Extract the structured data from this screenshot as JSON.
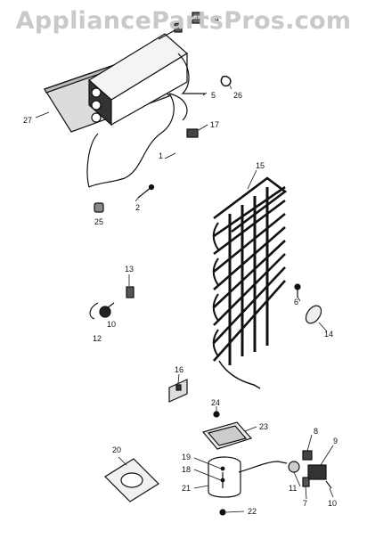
{
  "watermark": "AppliancePartsPros.com",
  "parts": {
    "p1": "1",
    "p2": "2",
    "p4": "4",
    "p5": "5",
    "p6": "6",
    "p7": "7",
    "p8": "8",
    "p9": "9",
    "p10": "10",
    "p11": "11",
    "p12": "12",
    "p13": "13",
    "p14": "14",
    "p15": "15",
    "p16": "16",
    "p17": "17",
    "p18": "18",
    "p19": "19",
    "p20": "20",
    "p21": "21",
    "p22": "22",
    "p23": "23",
    "p24": "24",
    "p25": "25",
    "p26": "26",
    "p27": "27"
  },
  "colors": {
    "ink": "#111111",
    "watermark": "#c9c9c9",
    "paper": "#ffffff"
  }
}
